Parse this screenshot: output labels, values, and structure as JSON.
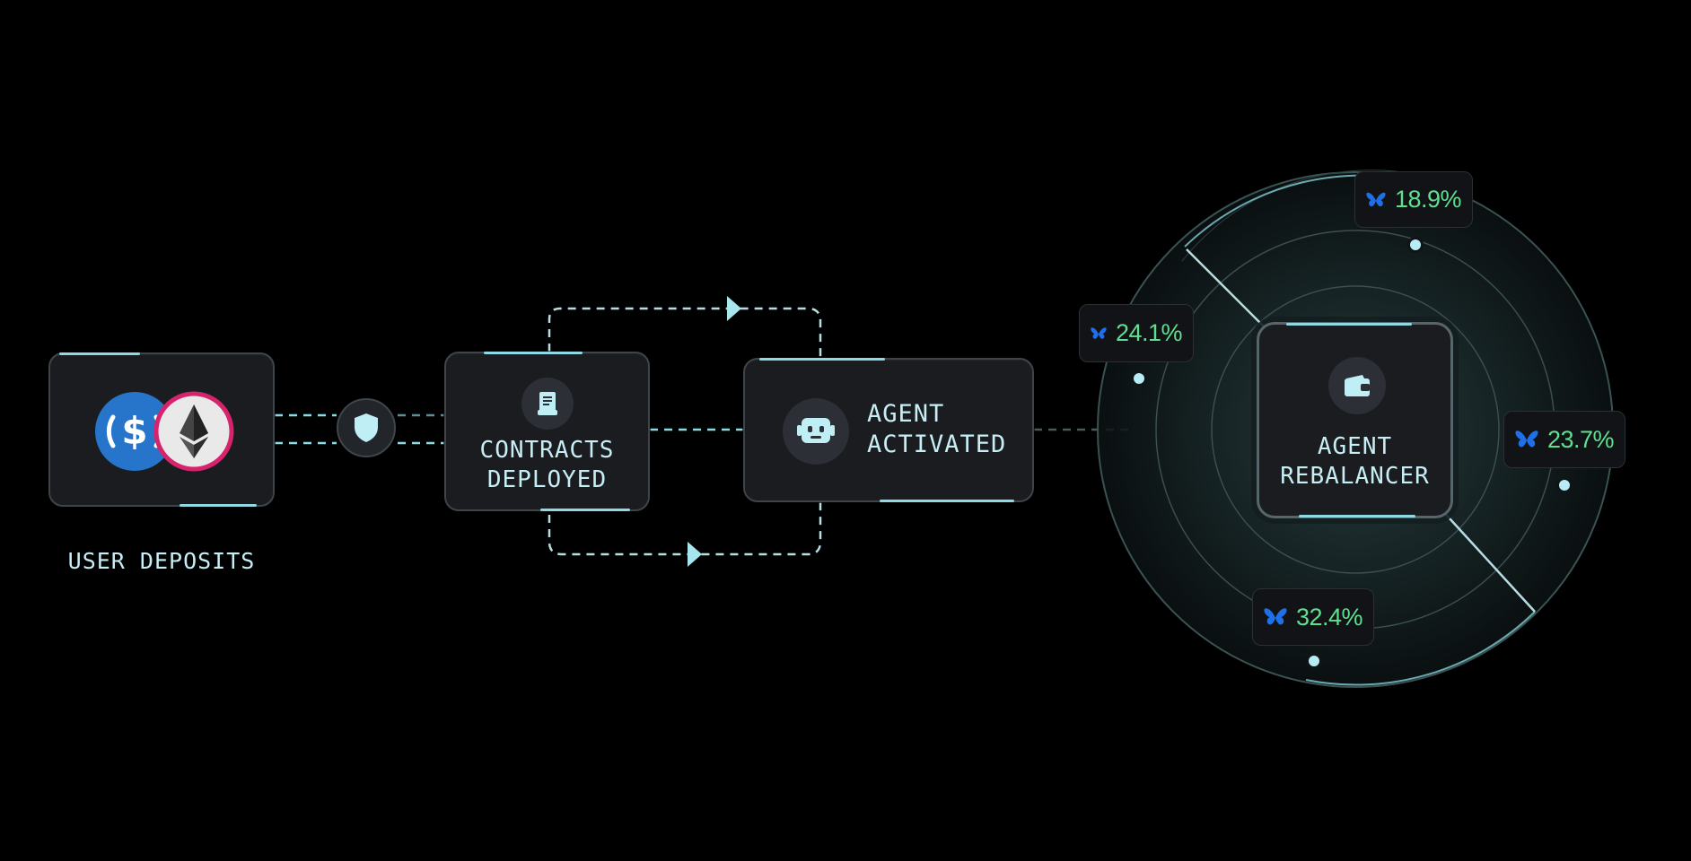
{
  "nodes": {
    "user_deposits": {
      "label": "USER DEPOSITS",
      "icons": [
        "usdc-coin-icon",
        "ethereum-coin-icon"
      ]
    },
    "contracts": {
      "line1": "CONTRACTS",
      "line2": "DEPLOYED",
      "icon": "document-icon"
    },
    "agent_activated": {
      "line1": "AGENT",
      "line2": "ACTIVATED",
      "icon": "robot-icon"
    },
    "rebalancer": {
      "line1": "AGENT",
      "line2": "REBALANCER",
      "icon": "wallet-icon"
    },
    "security": {
      "icon": "shield-icon"
    }
  },
  "allocations": [
    {
      "value": "18.9%",
      "icon": "butterfly-icon"
    },
    {
      "value": "24.1%",
      "icon": "butterfly-icon"
    },
    {
      "value": "23.7%",
      "icon": "butterfly-icon"
    },
    {
      "value": "32.4%",
      "icon": "butterfly-icon"
    }
  ],
  "colors": {
    "background": "#000000",
    "card": "#1b1c20",
    "accent": "#8fd9e4",
    "text": "#c6eef4",
    "percent": "#5ee08f",
    "butterfly": "#1f6fe8",
    "usdc": "#2775ca",
    "eth_ring": "#d6236b"
  }
}
